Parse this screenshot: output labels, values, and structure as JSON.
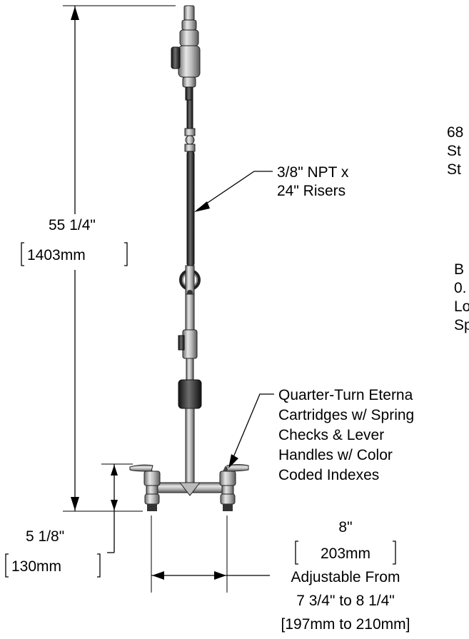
{
  "riser_note": {
    "line1": "3/8\" NPT x",
    "line2": "24\" Risers"
  },
  "height_dim": {
    "imperial": "55 1/4\"",
    "metric": "1403mm"
  },
  "cartridge_note": {
    "line1": "Quarter-Turn Eterna",
    "line2": "Cartridges w/ Spring",
    "line3": "Checks & Lever",
    "line4": "Handles w/ Color",
    "line5": "Coded Indexes"
  },
  "base_height_dim": {
    "imperial": "5 1/8\"",
    "metric": "130mm"
  },
  "centers_dim": {
    "imperial": "8\"",
    "metric": "203mm",
    "adjust_line1": "Adjustable From",
    "adjust_line2": "7 3/4\" to 8 1/4\"",
    "adjust_line3": "[197mm to 210mm]"
  },
  "cropped_right_note_1": {
    "line1": "68",
    "line2": "St",
    "line3": "St"
  },
  "cropped_right_note_2": {
    "line1": "B",
    "line2": "0.",
    "line3": "Lo",
    "line4": "Sp"
  }
}
